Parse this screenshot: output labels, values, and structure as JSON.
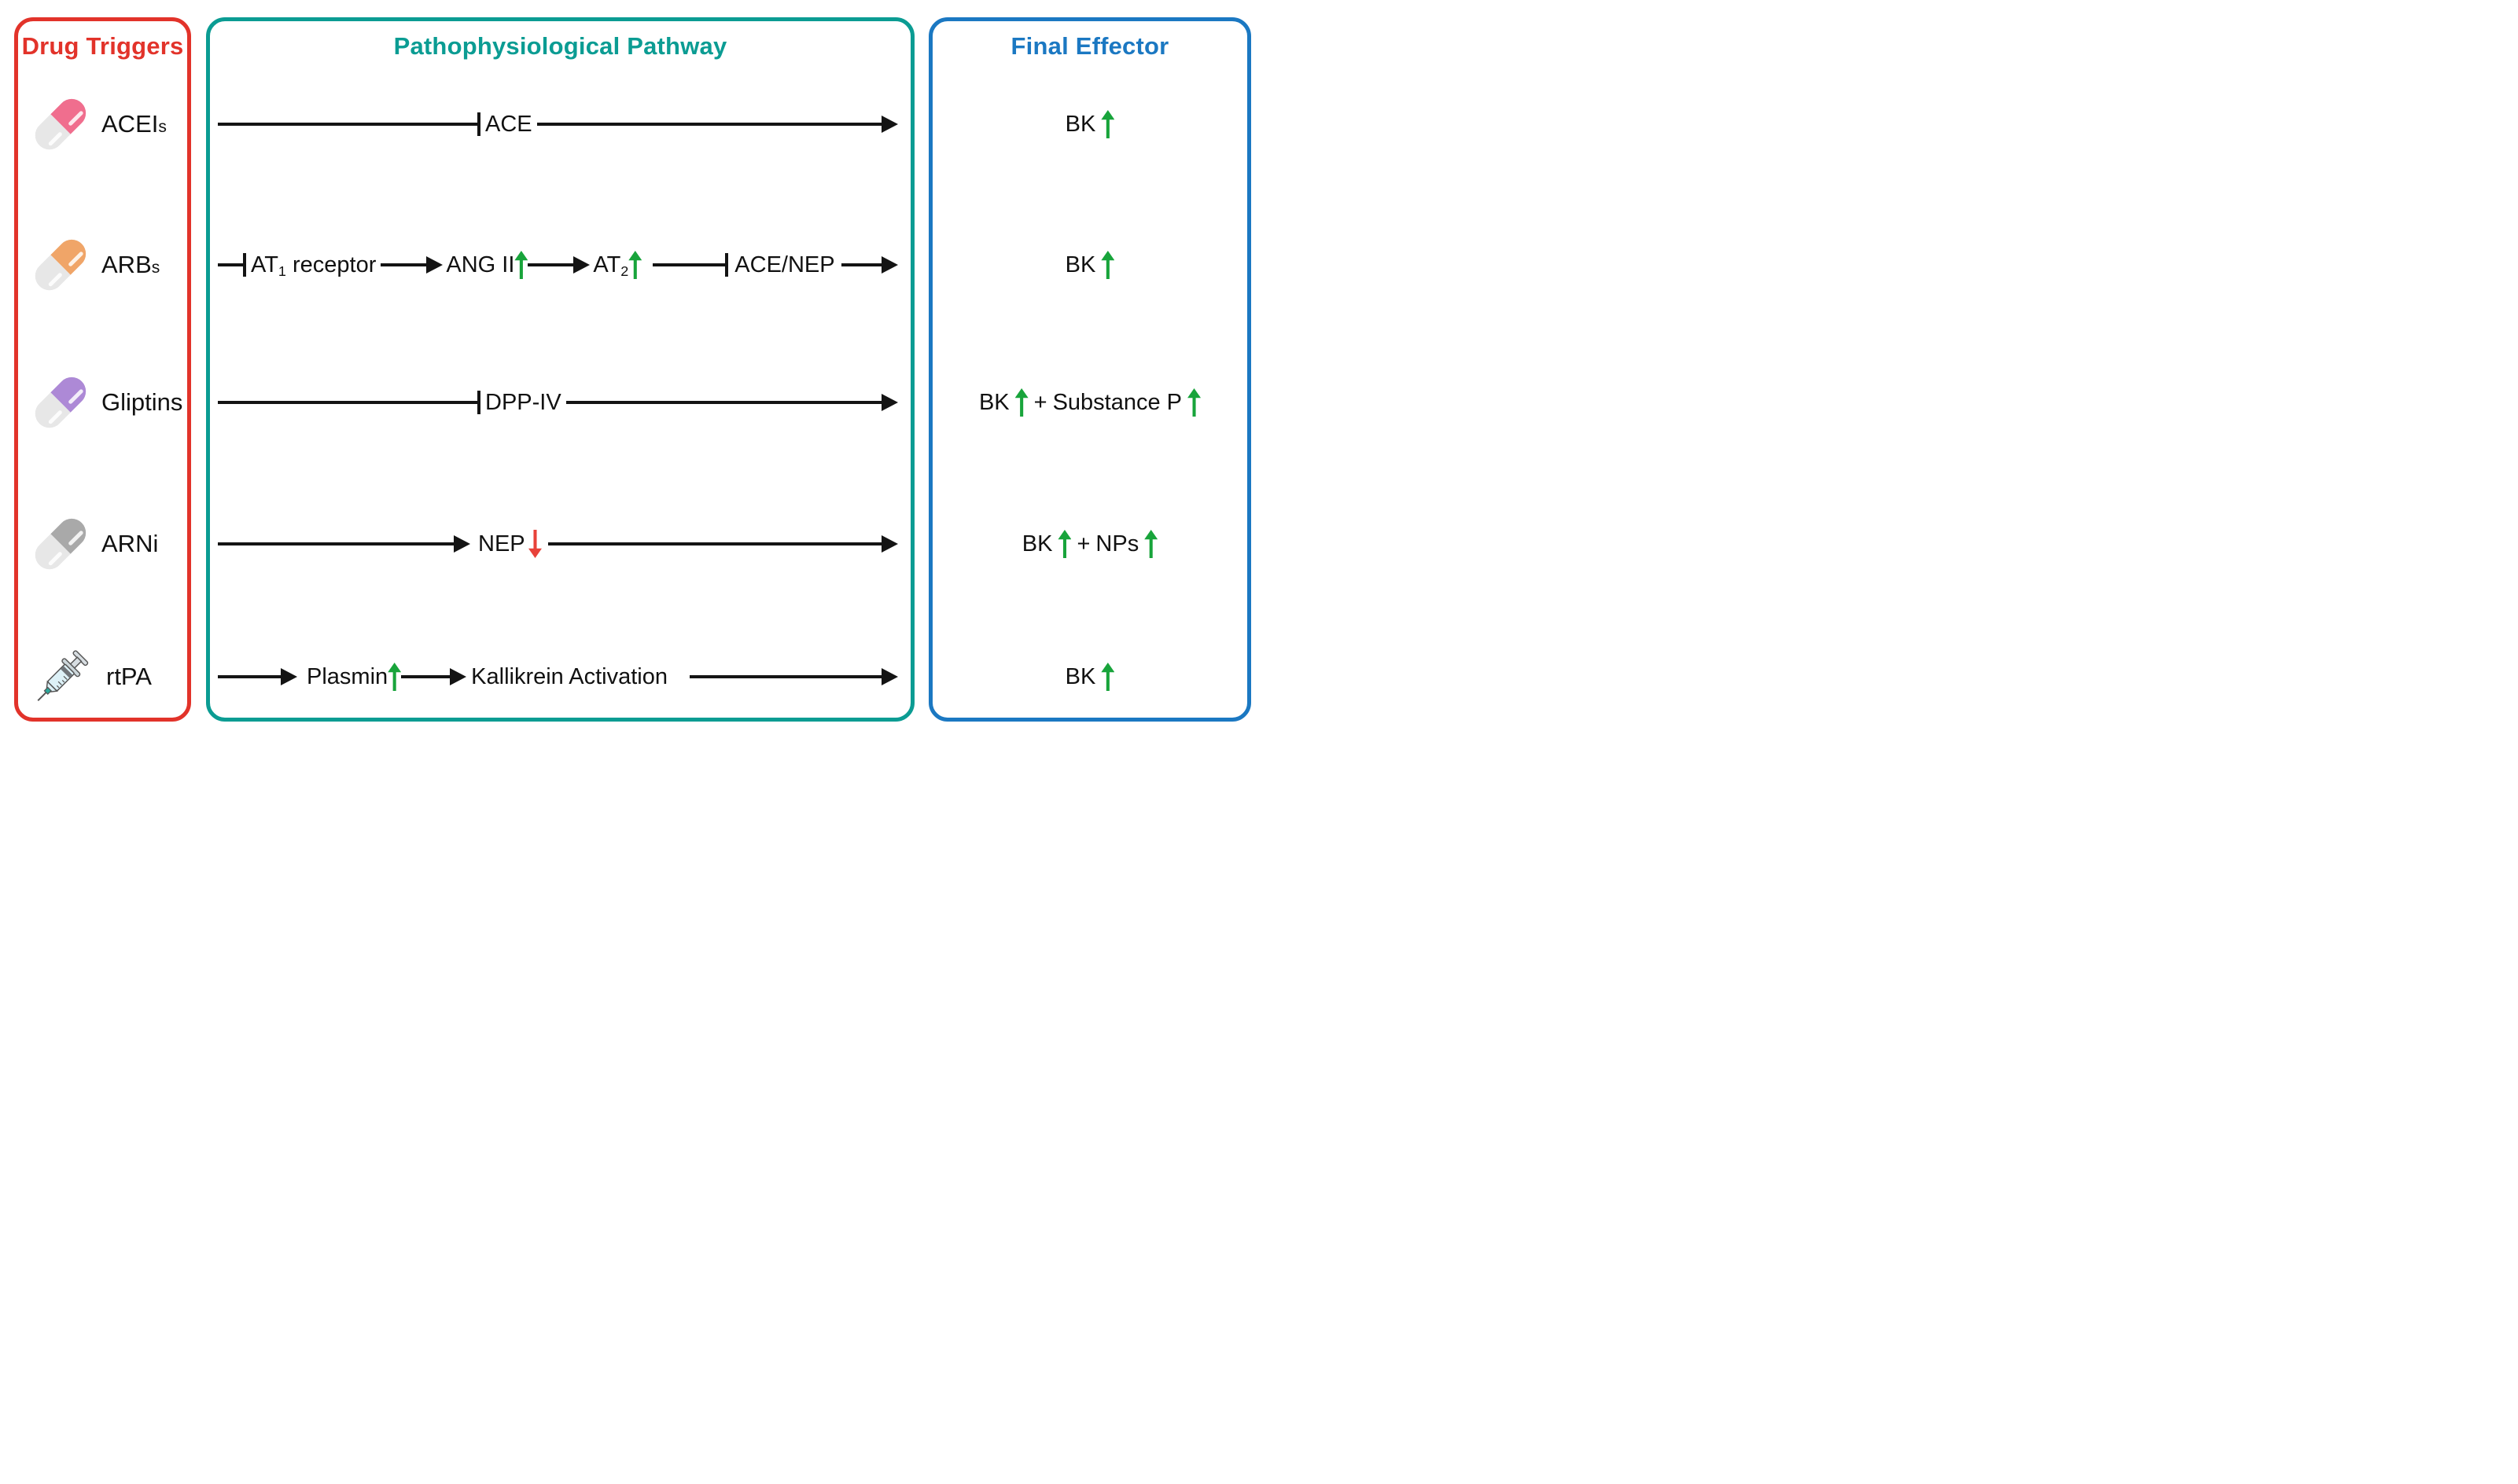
{
  "panels": {
    "drugs": {
      "title": "Drug Triggers",
      "border_color": "#e2332a"
    },
    "pathway": {
      "title": "Pathophysiological Pathway",
      "border_color": "#0b9c93"
    },
    "effector": {
      "title": "Final Effector",
      "border_color": "#1b78c2"
    }
  },
  "drugs": {
    "row1": {
      "base": "ACEI",
      "suffix": "s",
      "icon": "capsule",
      "capsule_color": "#f06e8e"
    },
    "row2": {
      "base": "ARB",
      "suffix": "s",
      "icon": "capsule",
      "capsule_color": "#f0a568"
    },
    "row3": {
      "base": "Gliptins",
      "icon": "capsule",
      "capsule_color": "#ad89d6"
    },
    "row4": {
      "base": "ARNi",
      "icon": "capsule",
      "capsule_color": "#a9a9a9"
    },
    "row5": {
      "base": "rtPA",
      "icon": "syringe"
    }
  },
  "pathway": {
    "row1": {
      "ace": "ACE"
    },
    "row2": {
      "at1_base": "AT",
      "at1_sub": "1",
      "at1_tail": " receptor",
      "ang2": "ANG II",
      "ang2_arrow": "up",
      "at2_base": "AT",
      "at2_sub": "2",
      "at2_arrow": "up",
      "acenep": "ACE/NEP"
    },
    "row3": {
      "dpp4": "DPP-IV"
    },
    "row4": {
      "nep": "NEP",
      "nep_arrow": "down"
    },
    "row5": {
      "plasmin": "Plasmin",
      "plasmin_arrow": "up",
      "kallikrein": "Kallikrein Activation"
    }
  },
  "effector": {
    "row1": {
      "a": "BK",
      "a_arrow": "up"
    },
    "row2": {
      "a": "BK",
      "a_arrow": "up"
    },
    "row3": {
      "a": "BK",
      "a_arrow": "up",
      "plus": "+",
      "b": "Substance P",
      "b_arrow": "up"
    },
    "row4": {
      "a": "BK",
      "a_arrow": "up",
      "plus": "+",
      "b": "NPs",
      "b_arrow": "up"
    },
    "row5": {
      "a": "BK",
      "a_arrow": "up"
    }
  },
  "colors": {
    "inhibit_and_activate_lines": "#141414",
    "increase_arrow": "#18a43b",
    "decrease_arrow": "#e8423a",
    "text": "#111111"
  }
}
